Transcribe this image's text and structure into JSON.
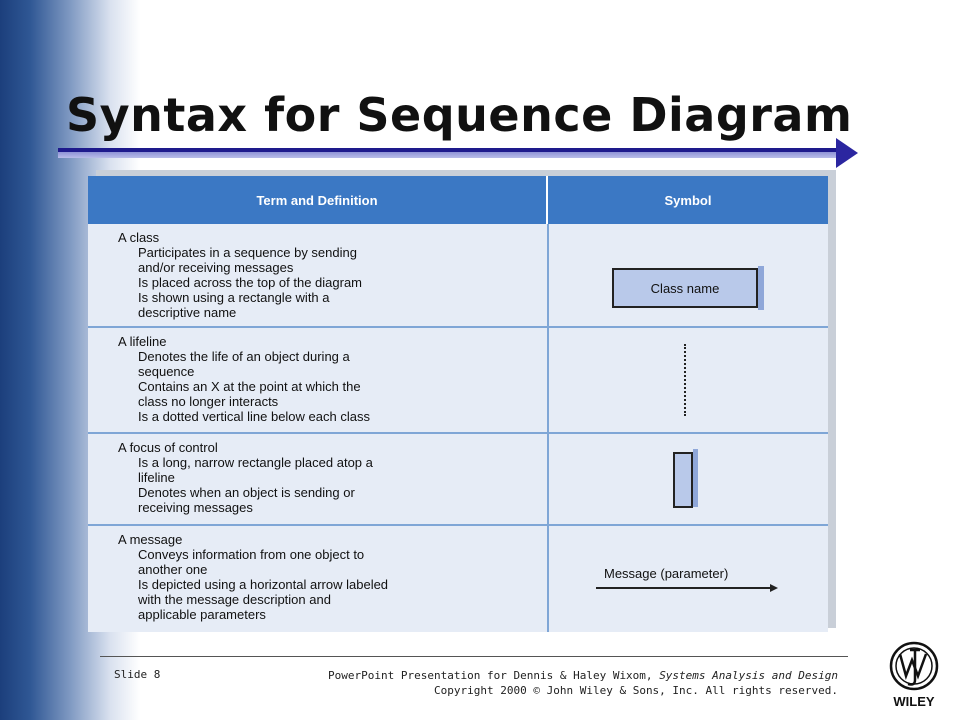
{
  "slide": {
    "title": "Syntax for Sequence Diagram",
    "slide_number": "Slide 8",
    "footer_line1_prefix": "PowerPoint Presentation for Dennis & Haley Wixom, ",
    "footer_line1_book": "Systems Analysis and Design",
    "footer_line2": "Copyright 2000 © John Wiley & Sons, Inc.  All rights reserved.",
    "logo_text": "WILEY"
  },
  "table": {
    "header_term": "Term and Definition",
    "header_symbol": "Symbol",
    "rows": [
      {
        "term": "A class",
        "lines": [
          "Participates in a sequence by sending",
          "and/or receiving messages",
          "Is placed across the top of the diagram",
          "Is shown using a rectangle with a",
          "descriptive name"
        ],
        "symbol_label": "Class name"
      },
      {
        "term": "A lifeline",
        "lines": [
          "Denotes the life of an object during a",
          "sequence",
          "Contains an X at the point at which the",
          "class no longer interacts",
          "Is a dotted vertical line below each class"
        ]
      },
      {
        "term": "A focus of control",
        "lines": [
          "Is a long, narrow rectangle placed atop a",
          "lifeline",
          "Denotes when an object is sending or",
          "receiving messages"
        ]
      },
      {
        "term": "A message",
        "lines": [
          "Conveys information from one object to",
          "another one",
          "Is depicted using a horizontal arrow labeled",
          "with the message description and",
          "applicable parameters"
        ],
        "symbol_label": "Message (parameter)"
      }
    ]
  }
}
